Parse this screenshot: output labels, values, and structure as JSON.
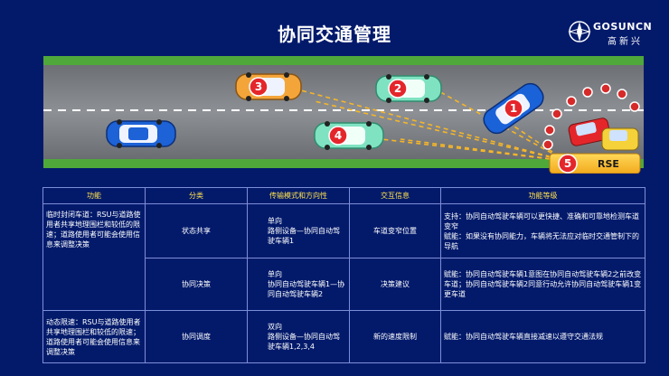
{
  "header": {
    "title": "协同交通管理",
    "logo_en": "GOSUNCN",
    "logo_cn": "高新兴"
  },
  "scene": {
    "cars": [
      {
        "number": "1",
        "color": "#1a62d8"
      },
      {
        "number": "2",
        "color": "#7fe3c2"
      },
      {
        "number": "3",
        "color": "#f4a53a"
      },
      {
        "number": "4",
        "color": "#7fe3c2"
      }
    ],
    "rse": {
      "number": "5",
      "label": "RSE"
    }
  },
  "table": {
    "headers": [
      "功能",
      "分类",
      "传输模式和方向性",
      "交互信息",
      "功能等级"
    ],
    "rows": [
      {
        "function": "临时封闭车道：RSU与道路使用者共享地理围栏和较低的限速；道路使用者可能会使用信息来调整决策",
        "category": "状态共享",
        "mode": "单向\n路侧设备—协同自动驾驶车辆1",
        "info": "车道变窄位置",
        "level": "支持：协同自动驾驶车辆可以更快捷、准确和可靠地检测车道变窄\n赋能：如果没有协同能力，车辆将无法应对临时交通管制下的导航"
      },
      {
        "category": "协同决策",
        "mode": "单向\n协同自动驾驶车辆1—协同自动驾驶车辆2",
        "info": "决策建议",
        "level": "赋能：协同自动驾驶车辆1意图在协同自动驾驶车辆2之前改变车道；协同自动驾驶车辆2同意行动允许协同自动驾驶车辆1变更车道"
      },
      {
        "function": "动态限速：RSU与道路使用者共享地理围栏和较低的限速；道路使用者可能会使用信息来调整决策",
        "category": "协同调度",
        "mode": "双向\n路侧设备—协同自动驾驶车辆1,2,3,4",
        "info": "新的速度限制",
        "level": "赋能：协同自动驾驶车辆直接减速以遵守交通法规"
      }
    ]
  }
}
